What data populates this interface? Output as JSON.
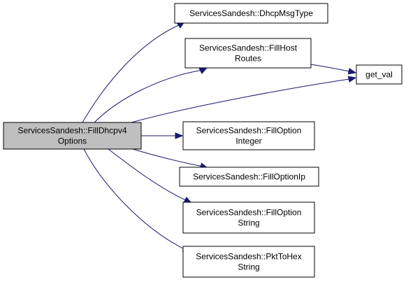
{
  "graph": {
    "nodes": [
      {
        "id": "root",
        "lines": [
          "ServicesSandesh::FillDhcpv4",
          "Options"
        ],
        "highlighted": true
      },
      {
        "id": "dhcpmsgtype",
        "lines": [
          "ServicesSandesh::DhcpMsgType"
        ],
        "highlighted": false
      },
      {
        "id": "fillhostroutes",
        "lines": [
          "ServicesSandesh::FillHost",
          "Routes"
        ],
        "highlighted": false
      },
      {
        "id": "getval",
        "lines": [
          "get_val"
        ],
        "highlighted": false
      },
      {
        "id": "filloptioninteger",
        "lines": [
          "ServicesSandesh::FillOption",
          "Integer"
        ],
        "highlighted": false
      },
      {
        "id": "filloptionip",
        "lines": [
          "ServicesSandesh::FillOptionIp"
        ],
        "highlighted": false
      },
      {
        "id": "filloptionstring",
        "lines": [
          "ServicesSandesh::FillOption",
          "String"
        ],
        "highlighted": false
      },
      {
        "id": "pkttohexstring",
        "lines": [
          "ServicesSandesh::PktToHex",
          "String"
        ],
        "highlighted": false
      }
    ],
    "edges": [
      {
        "from": "root",
        "to": "dhcpmsgtype"
      },
      {
        "from": "root",
        "to": "fillhostroutes"
      },
      {
        "from": "root",
        "to": "getval"
      },
      {
        "from": "root",
        "to": "filloptioninteger"
      },
      {
        "from": "root",
        "to": "filloptionip"
      },
      {
        "from": "root",
        "to": "filloptionstring"
      },
      {
        "from": "root",
        "to": "pkttohexstring"
      },
      {
        "from": "fillhostroutes",
        "to": "getval"
      }
    ],
    "colors": {
      "edge": "#191970",
      "node_fill": "#ffffff",
      "node_highlight_fill": "#bfbfbf",
      "node_border": "#000000"
    }
  }
}
